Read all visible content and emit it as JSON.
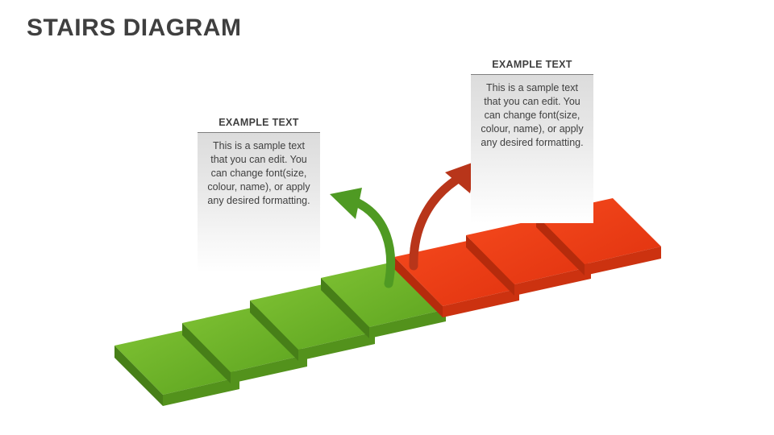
{
  "slide": {
    "title": "STAIRS DIAGRAM",
    "background": "#ffffff"
  },
  "callouts": [
    {
      "id": "callout-1",
      "title": "EXAMPLE TEXT",
      "body": "This is a sample text that you can edit. You can change font(size, colour, name), or apply any desired formatting."
    },
    {
      "id": "callout-2",
      "title": "EXAMPLE TEXT",
      "body": "This is a sample text that you can edit. You can change font(size, colour, name), or apply any desired formatting."
    }
  ],
  "colors": {
    "title_text": "#3f3f3f",
    "green_top": "#6cb32a",
    "green_side": "#4e8c1c",
    "green_front": "#5d9c22",
    "red_top": "#ef3e16",
    "red_side": "#c42f0e",
    "red_front": "#d63510",
    "arrow_green": "#4f9a23",
    "arrow_red": "#b8351a",
    "divider": "#7f7f7f"
  },
  "steps": [
    {
      "name": "step-1",
      "color": "green",
      "order": 1
    },
    {
      "name": "step-2",
      "color": "green",
      "order": 2
    },
    {
      "name": "step-3",
      "color": "green",
      "order": 3
    },
    {
      "name": "step-4",
      "color": "green",
      "order": 4
    },
    {
      "name": "step-5",
      "color": "red",
      "order": 5
    },
    {
      "name": "step-6",
      "color": "red",
      "order": 6
    },
    {
      "name": "step-7",
      "color": "red",
      "order": 7
    }
  ],
  "arrows": [
    {
      "name": "arrow-green",
      "points_to": "callout-1",
      "color": "#4f9a23"
    },
    {
      "name": "arrow-red",
      "points_to": "callout-2",
      "color": "#b8351a"
    }
  ]
}
